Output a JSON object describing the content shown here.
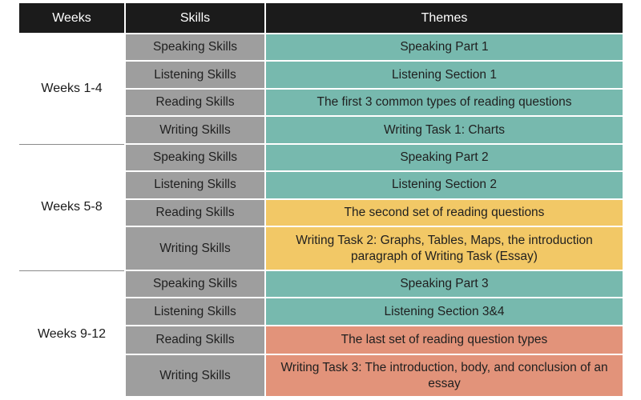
{
  "header": {
    "weeks": "Weeks",
    "skills": "Skills",
    "themes": "Themes"
  },
  "colors": {
    "header_bg": "#1b1b1b",
    "skill_bg": "#9e9e9e",
    "teal": "#77b9ae",
    "yellow": "#f2c866",
    "salmon": "#e2937a"
  },
  "groups": [
    {
      "weeks": "Weeks 1-4",
      "rows": [
        {
          "skill": "Speaking Skills",
          "theme": "Speaking Part 1",
          "color": "teal"
        },
        {
          "skill": "Listening Skills",
          "theme": "Listening Section 1",
          "color": "teal"
        },
        {
          "skill": "Reading Skills",
          "theme": "The first 3 common types of reading questions",
          "color": "teal"
        },
        {
          "skill": "Writing Skills",
          "theme": "Writing Task 1: Charts",
          "color": "teal"
        }
      ]
    },
    {
      "weeks": "Weeks 5-8",
      "rows": [
        {
          "skill": "Speaking Skills",
          "theme": "Speaking Part 2",
          "color": "teal"
        },
        {
          "skill": "Listening Skills",
          "theme": "Listening Section 2",
          "color": "teal"
        },
        {
          "skill": "Reading Skills",
          "theme": "The second set of reading questions",
          "color": "yellow"
        },
        {
          "skill": "Writing Skills",
          "theme": "Writing Task 2: Graphs, Tables, Maps, the introduction paragraph of Writing Task (Essay)",
          "color": "yellow"
        }
      ]
    },
    {
      "weeks": "Weeks 9-12",
      "rows": [
        {
          "skill": "Speaking Skills",
          "theme": "Speaking Part 3",
          "color": "teal"
        },
        {
          "skill": "Listening Skills",
          "theme": "Listening Section 3&4",
          "color": "teal"
        },
        {
          "skill": "Reading Skills",
          "theme": "The last set of reading question types",
          "color": "salmon"
        },
        {
          "skill": "Writing Skills",
          "theme": "Writing Task 3: The introduction, body, and conclusion of an essay",
          "color": "salmon"
        }
      ]
    }
  ]
}
